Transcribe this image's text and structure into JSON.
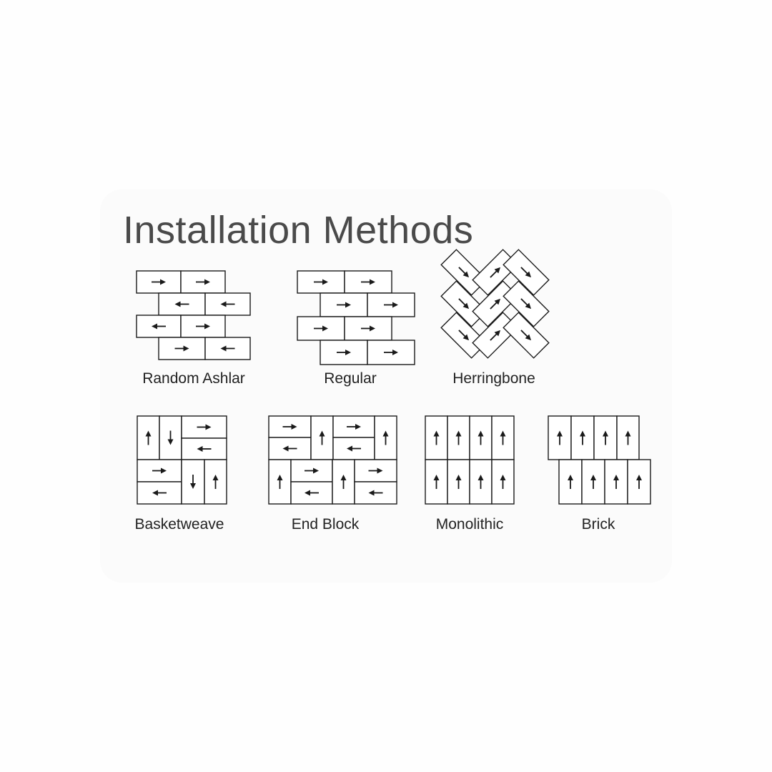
{
  "title": "Installation Methods",
  "patterns": [
    {
      "id": "random-ashlar",
      "label": "Random Ashlar"
    },
    {
      "id": "regular",
      "label": "Regular"
    },
    {
      "id": "herringbone",
      "label": "Herringbone"
    },
    {
      "id": "basketweave",
      "label": "Basketweave"
    },
    {
      "id": "end-block",
      "label": "End Block"
    },
    {
      "id": "monolithic",
      "label": "Monolithic"
    },
    {
      "id": "brick",
      "label": "Brick"
    }
  ],
  "tile_arrows": {
    "random-ashlar": [
      "right",
      "right",
      "left",
      "left",
      "left",
      "right",
      "right",
      "left"
    ],
    "regular": [
      "right",
      "right",
      "right",
      "right",
      "right",
      "right",
      "right",
      "right"
    ],
    "herringbone": [
      "down-right",
      "up-right",
      "down-right",
      "down-right",
      "up-right",
      "down-right",
      "down-right",
      "up-right",
      "down-right"
    ],
    "basketweave": [
      "up",
      "down",
      "right",
      "left",
      "right",
      "left",
      "down",
      "up"
    ],
    "end-block": [
      "right",
      "left",
      "up",
      "right",
      "left",
      "up",
      "up",
      "right",
      "left",
      "up",
      "right",
      "left"
    ],
    "monolithic": [
      "up",
      "up",
      "up",
      "up",
      "up",
      "up",
      "up",
      "up"
    ],
    "brick": [
      "up",
      "up",
      "up",
      "up",
      "up",
      "up",
      "up",
      "up"
    ]
  },
  "colors": {
    "stroke": "#1a1a1a",
    "title": "#4a4a4a",
    "tile_fill": "#ffffff",
    "background": "#fefefe"
  }
}
